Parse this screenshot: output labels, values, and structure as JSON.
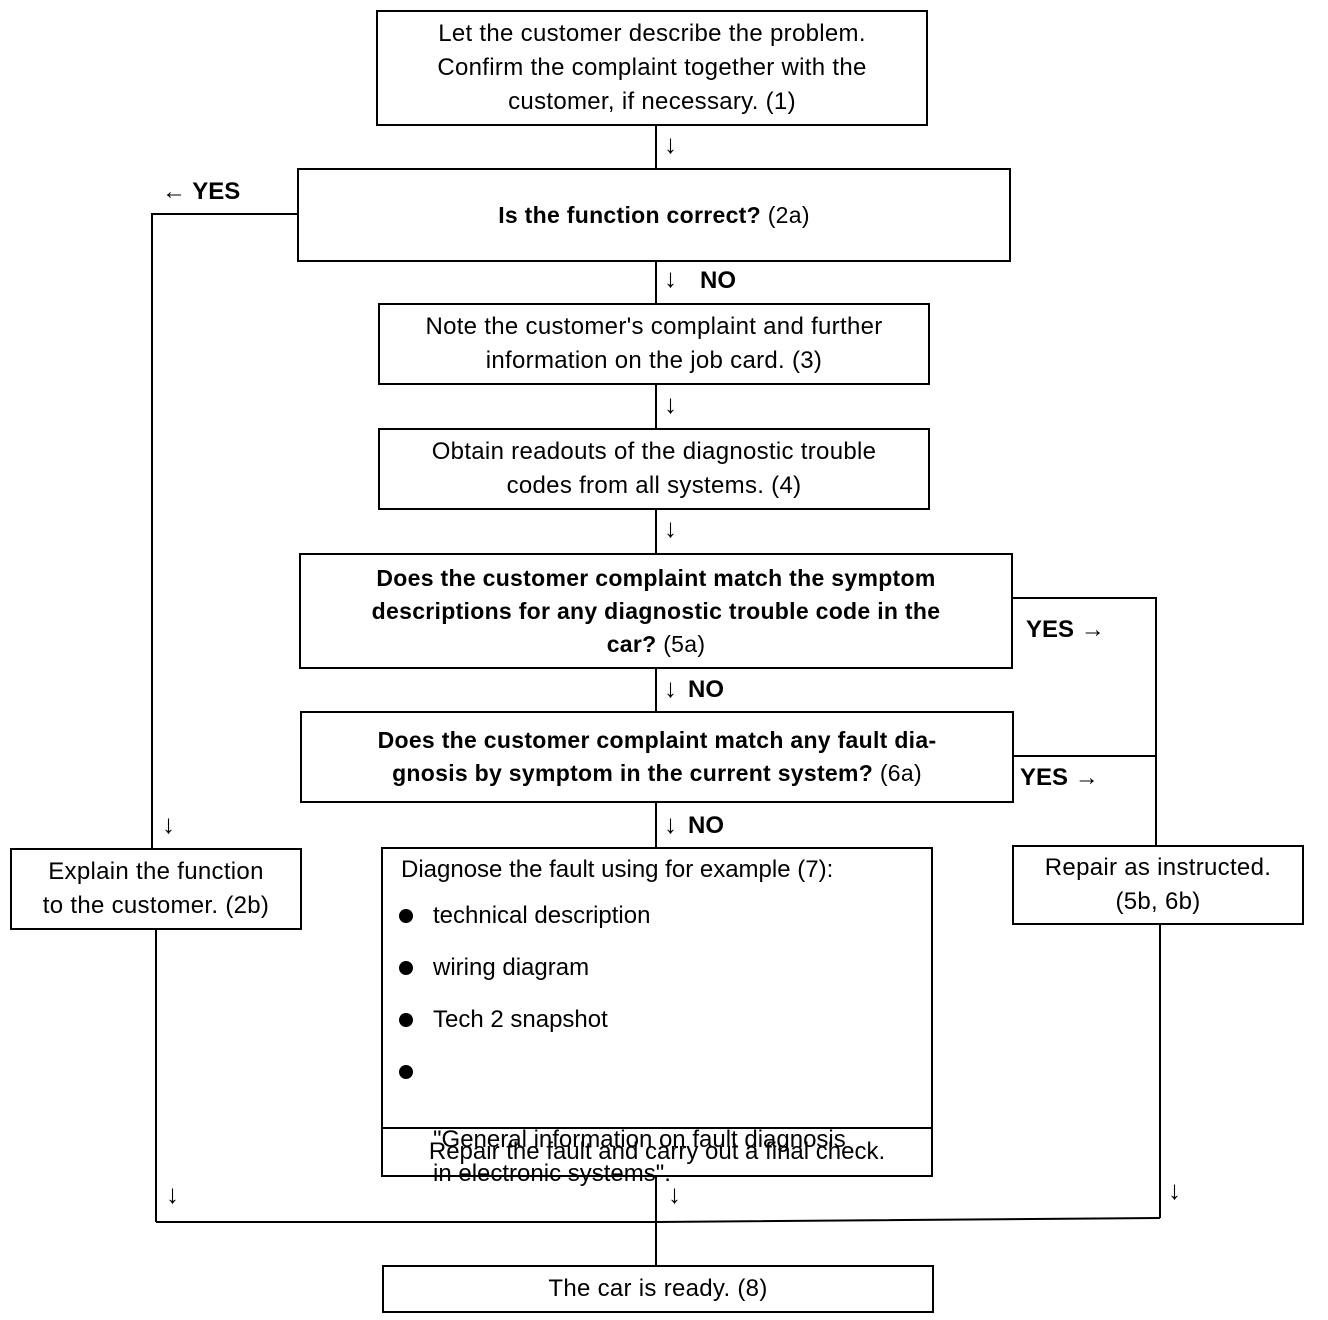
{
  "nodes": {
    "n1": "Let the customer describe the problem.\nConfirm the complaint together with the\ncustomer, if necessary. (1)",
    "n2a_bold": "Is the function correct?",
    "n2a_num": " (2a)",
    "n3": "Note the customer's complaint and further\ninformation on the job card. (3)",
    "n4": "Obtain readouts of the diagnostic trouble\ncodes from all systems. (4)",
    "n5a_bold": "Does the customer complaint match the symptom\ndescriptions for any diagnostic trouble code in the\ncar?",
    "n5a_num": " (5a)",
    "n6a_bold": "Does the customer complaint match any fault dia-\ngnosis by symptom in the current system?",
    "n6a_num": " (6a)",
    "n2b": "Explain the function\nto the customer. (2b)",
    "n5b": "Repair as instructed.\n(5b, 6b)",
    "n7": {
      "heading": "Diagnose the fault using for example (7):",
      "items": [
        "technical description",
        "wiring diagram",
        "Tech 2 snapshot",
        "\"General information on fault diagnosis\nin electronic systems\"."
      ],
      "footer": "Repair the fault and carry out a final check."
    },
    "n8": "The car is ready. (8)"
  },
  "labels": {
    "yes_left": "← YES",
    "no_1": "NO",
    "no_2": "NO",
    "no_3": "NO",
    "yes_5a": "YES →",
    "yes_6a": "YES →",
    "arrow": "↓"
  }
}
